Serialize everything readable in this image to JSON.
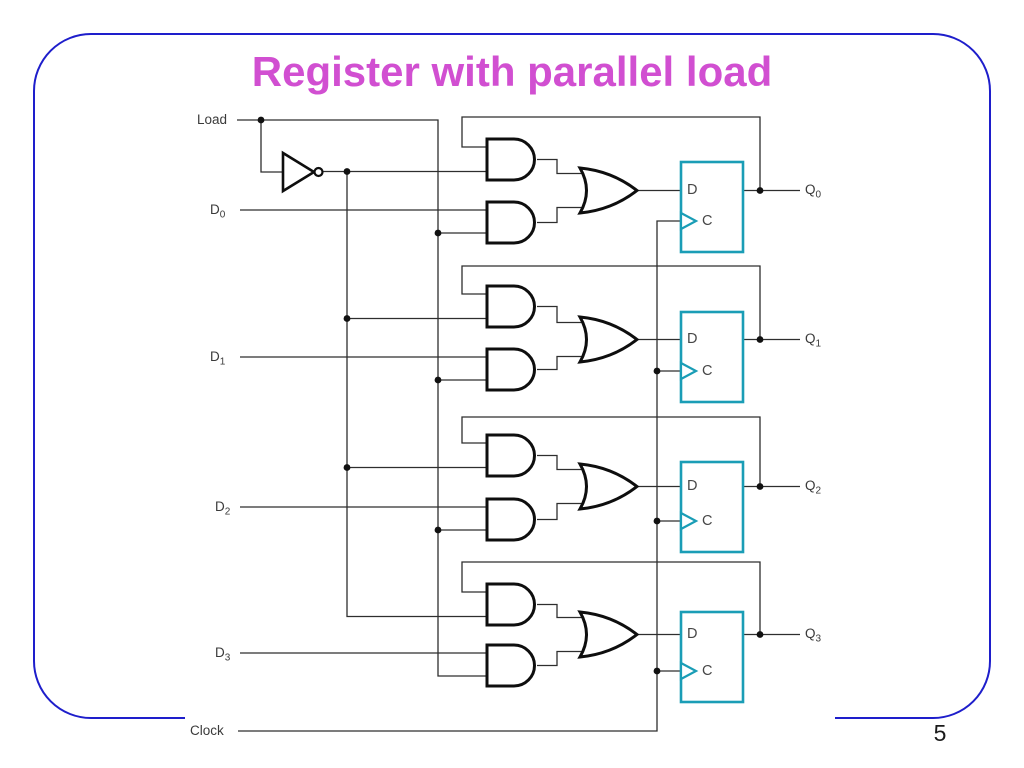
{
  "slide": {
    "title": "Register with parallel load",
    "page_number": "5",
    "colors": {
      "border_blue": "#1e1ecb",
      "title_magenta": "#d14fd1",
      "flipflop_teal": "#1a9db6",
      "wire": "#2e2e2e",
      "gate": "#0e0e0e"
    }
  },
  "circuit": {
    "load_label": "Load",
    "clock_label": "Clock",
    "ff_d_label": "D",
    "ff_c_label": "C",
    "inputs": [
      {
        "base": "D",
        "sub": "0"
      },
      {
        "base": "D",
        "sub": "1"
      },
      {
        "base": "D",
        "sub": "2"
      },
      {
        "base": "D",
        "sub": "3"
      }
    ],
    "outputs": [
      {
        "base": "Q",
        "sub": "0"
      },
      {
        "base": "Q",
        "sub": "1"
      },
      {
        "base": "Q",
        "sub": "2"
      },
      {
        "base": "Q",
        "sub": "3"
      }
    ]
  }
}
